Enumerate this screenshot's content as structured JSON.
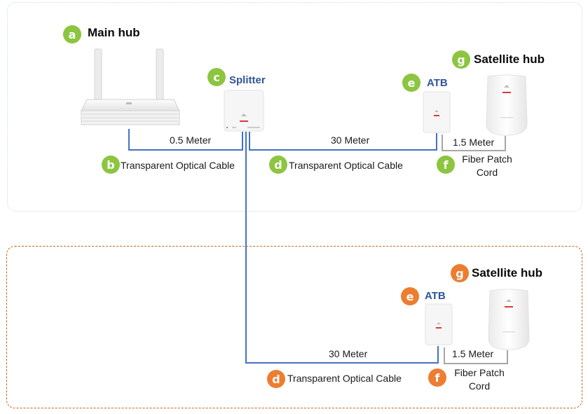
{
  "colors": {
    "badge_green": "#8cc53f",
    "badge_orange": "#ed7d31",
    "cable_blue": "#4472c4",
    "patch_gray": "#a6a6a6",
    "label_blue": "#2f5597",
    "zone_top_border": "#c9dcef",
    "zone_bottom_border": "#c5661c"
  },
  "top_zone": {
    "main_hub": {
      "badge": "a",
      "label": "Main hub",
      "icon": "router-icon"
    },
    "splitter": {
      "badge": "c",
      "label": "Splitter",
      "icon": "splitter-icon"
    },
    "atb": {
      "badge": "e",
      "label": "ATB",
      "icon": "atb-box-icon"
    },
    "satellite_hub": {
      "badge": "g",
      "label": "Satellite hub",
      "icon": "satellite-hub-icon"
    },
    "cable_b": {
      "badge": "b",
      "label": "Transparent Optical Cable",
      "length": "0.5 Meter"
    },
    "cable_d": {
      "badge": "d",
      "label": "Transparent Optical Cable",
      "length": "30 Meter"
    },
    "patch_f": {
      "badge": "f",
      "label_line1": "Fiber Patch",
      "label_line2": "Cord",
      "length": "1.5 Meter"
    }
  },
  "bottom_zone": {
    "atb": {
      "badge": "e",
      "label": "ATB",
      "icon": "atb-box-icon"
    },
    "satellite_hub": {
      "badge": "g",
      "label": "Satellite hub",
      "icon": "satellite-hub-icon"
    },
    "cable_d": {
      "badge": "d",
      "label": "Transparent Optical Cable",
      "length": "30 Meter"
    },
    "patch_f": {
      "badge": "f",
      "label_line1": "Fiber Patch",
      "label_line2": "Cord",
      "length": "1.5 Meter"
    }
  }
}
